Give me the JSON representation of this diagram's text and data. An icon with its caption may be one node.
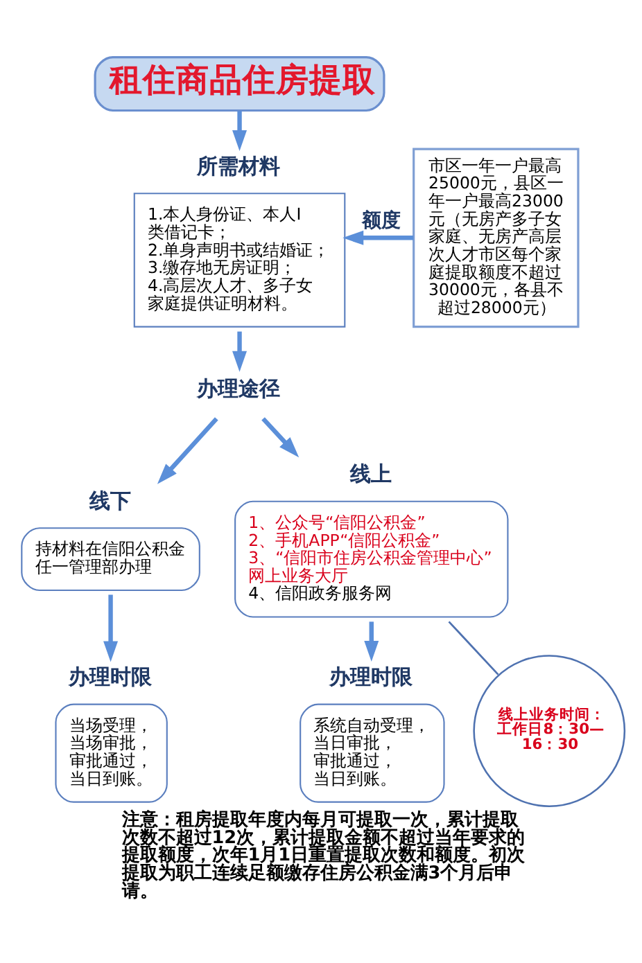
{
  "diagram": {
    "caption": "注意：租房提取年度内每月可提取一次，累计提取次数不超过12次，累计提取金额不超过当年要求的提取额度，次年1月1日重置提取次数和额度。初次提取为职工连续足额缴存住房公积金满3个月后申请。",
    "nodes": [
      {
        "text": [
          "租住商品住房提取"
        ]
      },
      {
        "text": [
          "所需材料",
          "1.本人身份证、本人I类借记卡；",
          "2.单身声明书或结婚证；",
          "3.缴存地无房证明；",
          "4.高层次人才、多子女家庭提供证明材料。"
        ]
      },
      {
        "text": [
          "市区一年一户最高25000元，县区一年一户最高23000元（无房产多子女家庭、无房产高层次人才市区每个家庭提取额度不超过30000元，各县不超过28000元）"
        ]
      },
      {
        "text": [
          "办理途径"
        ]
      },
      {
        "text": [
          "线下",
          "持材料在信阳公积金任一管理部办理"
        ]
      },
      {
        "text": [
          "线上",
          "1、公众号“信阳公积金”",
          "2、手机APP“信阳公积金”",
          "3、“信阳市住房公积金管理中心”网上业务大厅",
          "4、信阳政务服务网"
        ]
      },
      {
        "text": [
          "办理时限",
          "当场受理，当场审批，审批通过，当日到账。"
        ]
      },
      {
        "text": [
          "办理时限",
          "系统自动受理，当日审批，审批通过，当日到账。"
        ]
      },
      {
        "text": [
          "线上业务时间：工作日8：30—16：30"
        ]
      }
    ],
    "edges": [
      {
        "from": 0,
        "to": 1,
        "arrow": "to"
      },
      {
        "from": 2,
        "to": 1,
        "arrow": "to",
        "label": "额度"
      },
      {
        "from": 1,
        "to": 3,
        "arrow": "to"
      },
      {
        "from": 3,
        "to": 4,
        "arrow": "to"
      },
      {
        "from": 3,
        "to": 5,
        "arrow": "to"
      },
      {
        "from": 4,
        "to": 6,
        "arrow": "to"
      },
      {
        "from": 5,
        "to": 7,
        "arrow": "to"
      },
      {
        "from": 8,
        "to": 5,
        "arrow": "none",
        "color": "#4f72b0"
      }
    ]
  }
}
